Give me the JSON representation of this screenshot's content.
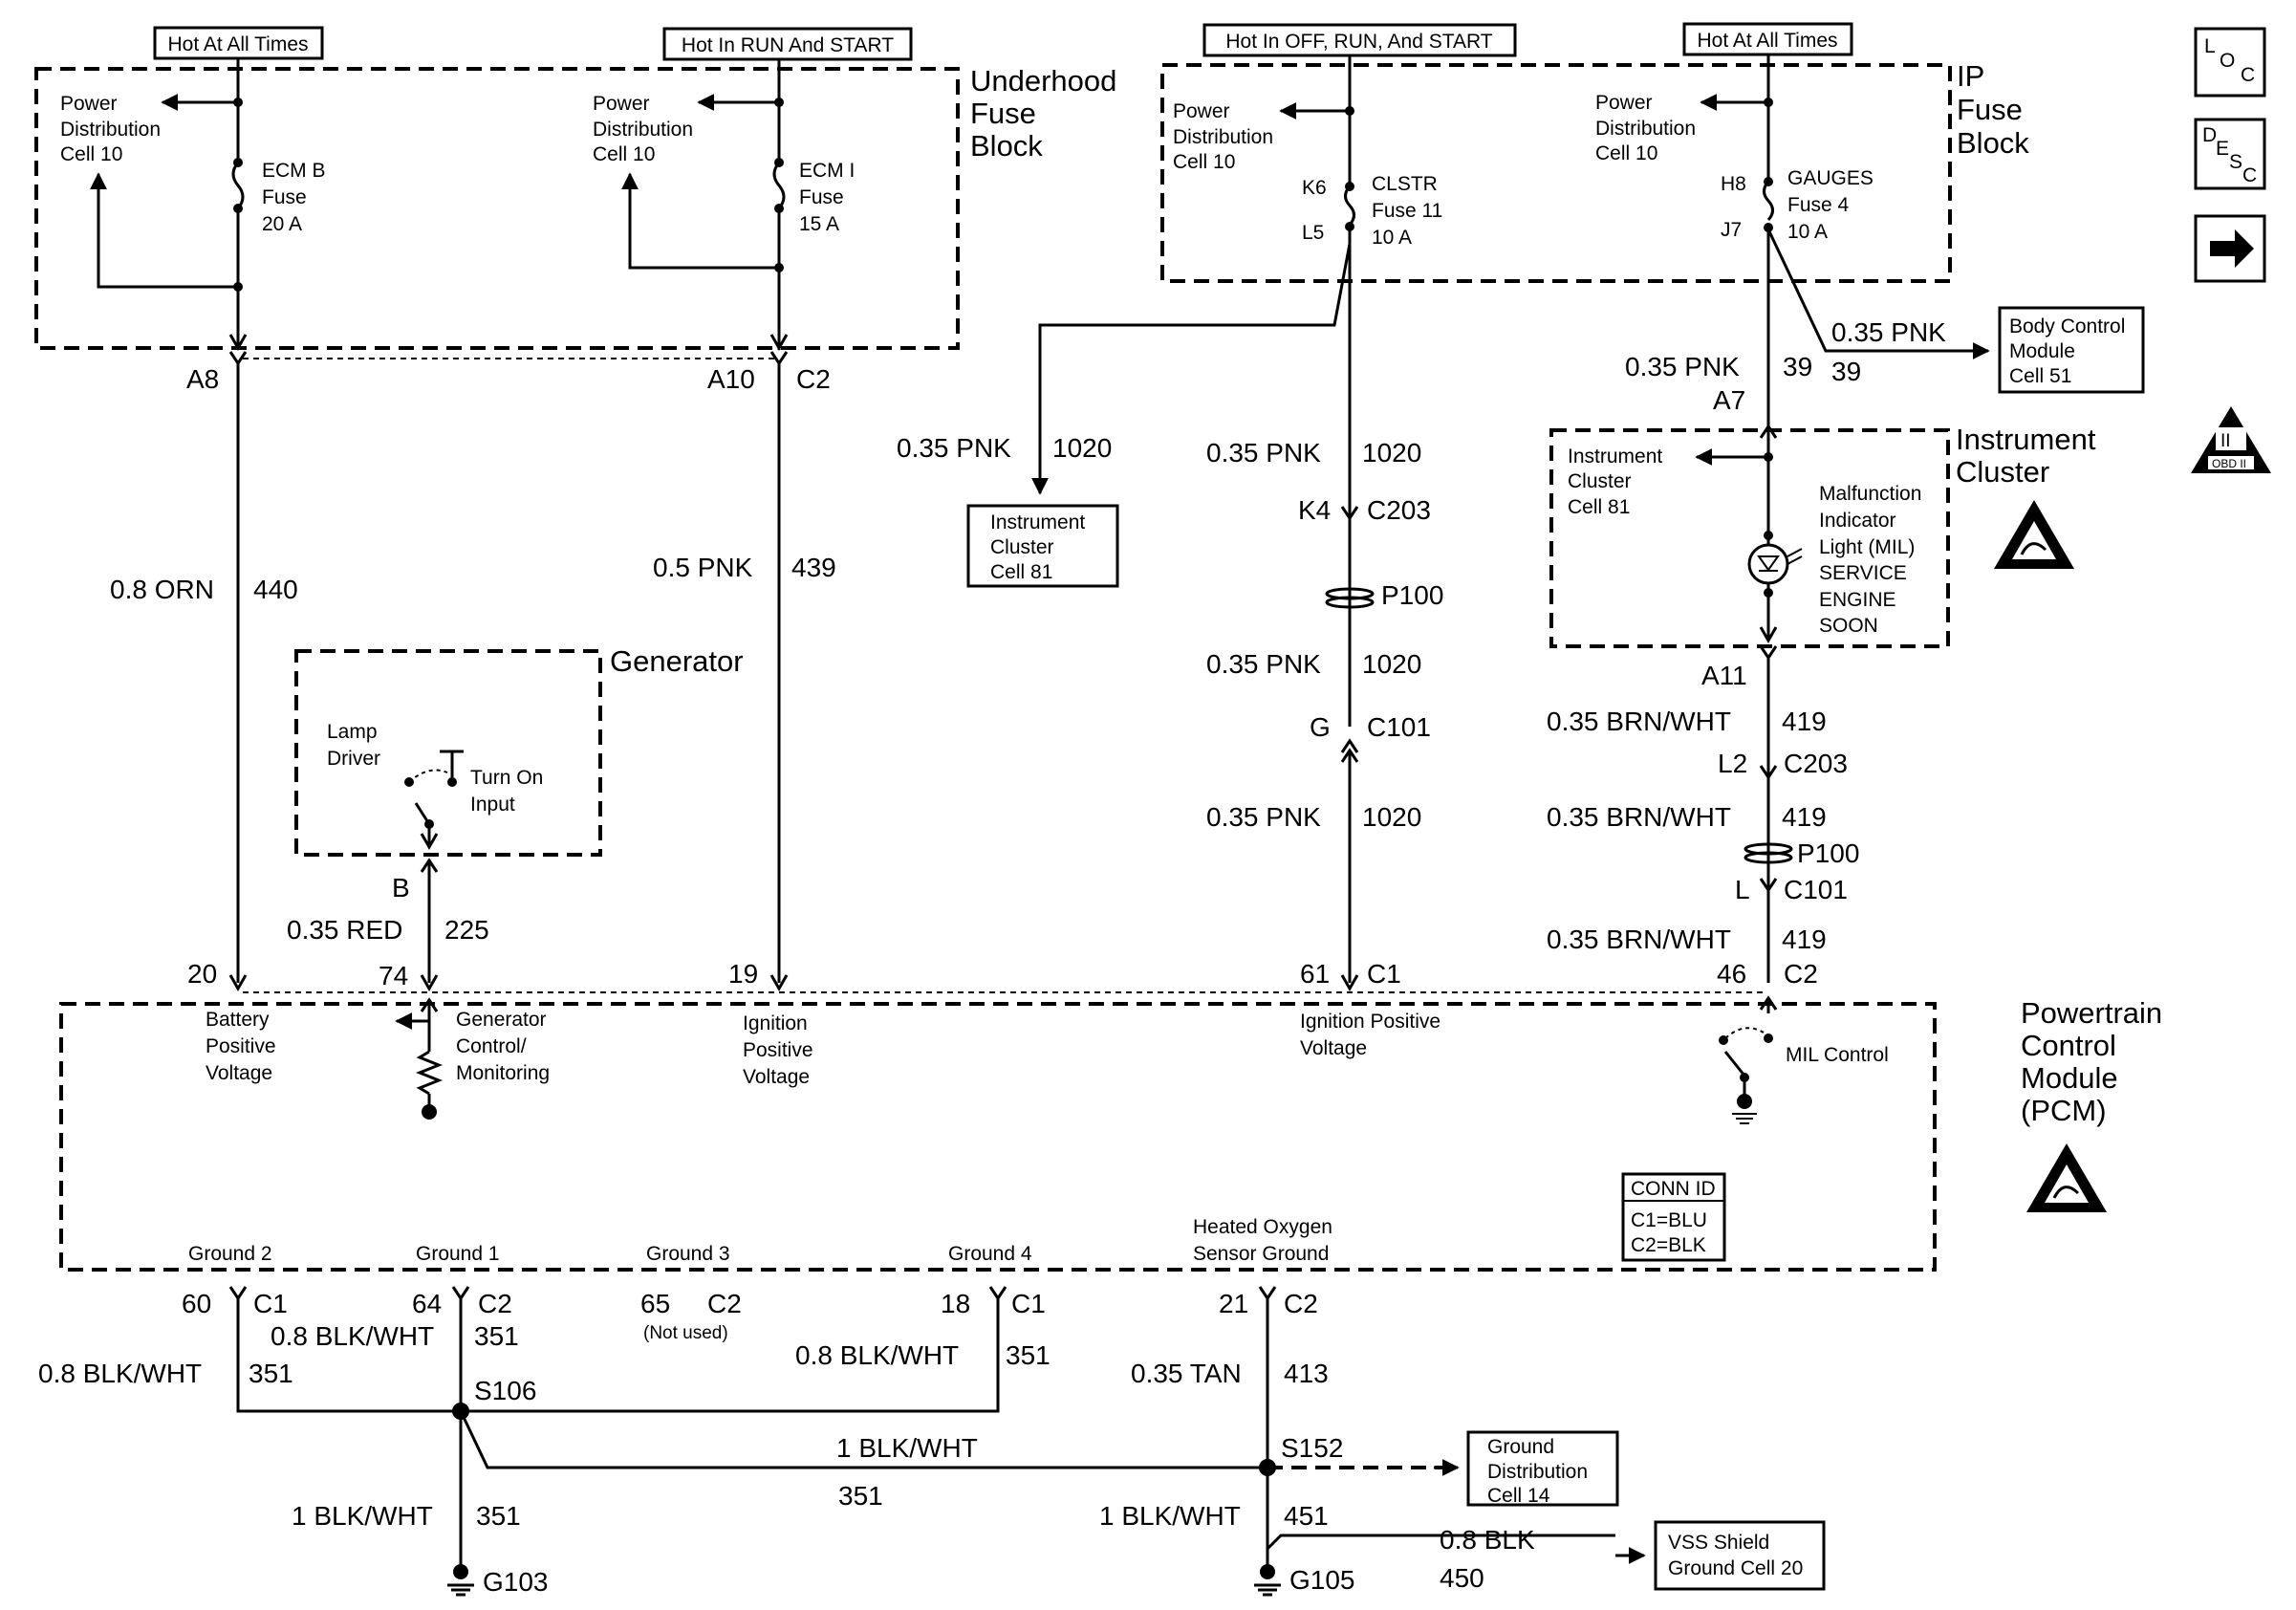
{
  "header_labels": {
    "hot_ecmb": "Hot At All Times",
    "hot_run_start": "Hot In RUN And START",
    "hot_off_run_start": "Hot In OFF, RUN, And START",
    "hot_gauges": "Hot At All Times"
  },
  "blocks": {
    "underhood": [
      "Underhood",
      "Fuse",
      "Block"
    ],
    "ip": [
      "IP",
      "Fuse",
      "Block"
    ],
    "generator": "Generator",
    "instrument_cluster": [
      "Instrument",
      "Cluster"
    ],
    "pcm": [
      "Powertrain",
      "Control",
      "Module",
      "(PCM)"
    ]
  },
  "power_distribution": [
    "Power",
    "Distribution",
    "Cell 10"
  ],
  "fuses": {
    "ecmb": [
      "ECM B",
      "Fuse",
      "20 A"
    ],
    "ecmi": [
      "ECM I",
      "Fuse",
      "15 A"
    ],
    "clstr": [
      "CLSTR",
      "Fuse 11",
      "10 A"
    ],
    "gauges": [
      "GAUGES",
      "Fuse 4",
      "10 A"
    ]
  },
  "pins": {
    "k6": "K6",
    "l5": "L5",
    "h8": "H8",
    "j7": "J7",
    "a8": "A8",
    "a10": "A10",
    "c2": "C2",
    "k4": "K4",
    "c203": "C203",
    "p100": "P100",
    "g": "G",
    "c101": "C101",
    "a7": "A7",
    "a11": "A11",
    "l2": "L2",
    "l": "L",
    "b": "B",
    "pcm_20": "20",
    "pcm_74": "74",
    "pcm_19": "19",
    "pcm_61": "61",
    "c1": "C1",
    "pcm_46": "46",
    "pcm_60": "60",
    "pcm_64": "64",
    "pcm_65": "65",
    "pcm_18": "18",
    "pcm_21": "21",
    "not_used": "(Not used)"
  },
  "wires": {
    "orn": "0.8 ORN",
    "c440": "440",
    "pnk05": "0.5 PNK",
    "c439": "439",
    "pnk035": "0.35 PNK",
    "c1020": "1020",
    "c39": "39",
    "red": "0.35 RED",
    "c225": "225",
    "brnwht": "0.35 BRN/WHT",
    "c419": "419",
    "blkwht08": "0.8 BLK/WHT",
    "blkwht1": "1 BLK/WHT",
    "c351": "351",
    "tan": "0.35 TAN",
    "c413": "413",
    "c451": "451",
    "blk08": "0.8 BLK",
    "c450": "450"
  },
  "refs": {
    "body_control": [
      "Body Control",
      "Module",
      "Cell 51"
    ],
    "instrument_cluster": [
      "Instrument",
      "Cluster",
      "Cell 81"
    ],
    "ground_dist": [
      "Ground",
      "Distribution",
      "Cell 14"
    ],
    "vss_shield": [
      "VSS Shield",
      "Ground Cell 20"
    ]
  },
  "generator_internal": {
    "lamp_driver": [
      "Lamp",
      "Driver"
    ],
    "turn_on": [
      "Turn On",
      "Input"
    ]
  },
  "mil": [
    "Malfunction",
    "Indicator",
    "Light (MIL)",
    "SERVICE",
    "ENGINE",
    "SOON"
  ],
  "pcm_labels": {
    "battery": [
      "Battery",
      "Positive",
      "Voltage"
    ],
    "generator_ctrl": [
      "Generator",
      "Control/",
      "Monitoring"
    ],
    "ignition": [
      "Ignition",
      "Positive",
      "Voltage"
    ],
    "ignition2": [
      "Ignition Positive",
      "Voltage"
    ],
    "mil_control": "MIL Control",
    "ground2": "Ground 2",
    "ground1": "Ground 1",
    "ground3": "Ground 3",
    "ground4": "Ground 4",
    "heated_o2": [
      "Heated Oxygen",
      "Sensor Ground"
    ]
  },
  "conn_id": [
    "CONN ID",
    "C1=BLU",
    "C2=BLK"
  ],
  "splices": {
    "s106": "S106",
    "s152": "S152"
  },
  "grounds": {
    "g103": "G103",
    "g105": "G105"
  },
  "side_icons": {
    "loc": [
      "L",
      "O",
      "C"
    ],
    "desc": [
      "D",
      "E",
      "S",
      "C"
    ],
    "arrow": "right-arrow-icon",
    "obd": [
      "II",
      "OBD II"
    ]
  }
}
